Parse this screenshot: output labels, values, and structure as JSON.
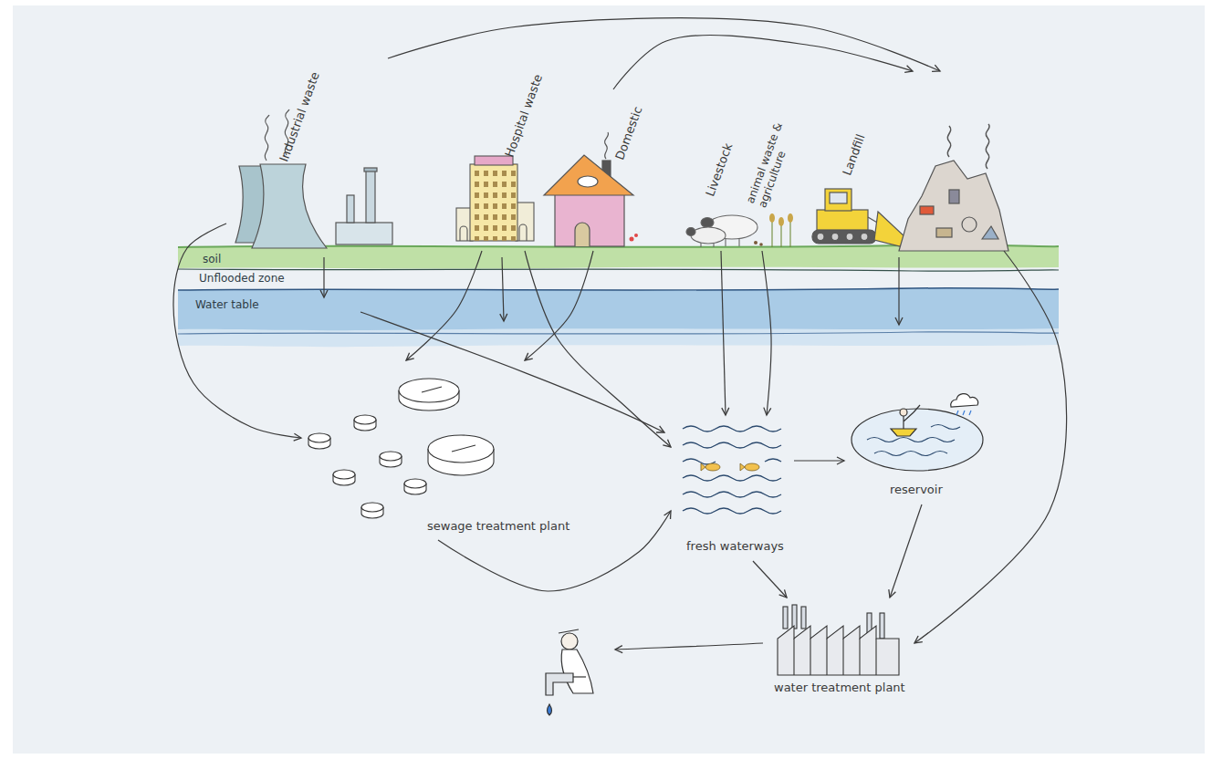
{
  "diagram": {
    "nodes": [
      {
        "text": [
          "Industrial waste"
        ]
      },
      {
        "text": [
          "Hospital waste"
        ]
      },
      {
        "text": [
          "Domestic"
        ]
      },
      {
        "text": [
          "Livestock",
          "animal waste & agriculture"
        ]
      },
      {
        "text": [
          "Landfill"
        ]
      },
      {
        "text": [
          "sewage treatment plant"
        ]
      },
      {
        "text": [
          "fresh waterways"
        ]
      },
      {
        "text": [
          "reservoir"
        ]
      },
      {
        "text": [
          "water treatment plant"
        ]
      }
    ],
    "edges": [
      {
        "from": 0,
        "to": 5,
        "arrow": "to"
      },
      {
        "from": 0,
        "to": 4,
        "arrow": "to"
      },
      {
        "from": 1,
        "to": 5,
        "arrow": "to"
      },
      {
        "from": 1,
        "to": 6,
        "arrow": "to"
      },
      {
        "from": 2,
        "to": 5,
        "arrow": "to"
      },
      {
        "from": 2,
        "to": 4,
        "arrow": "to"
      },
      {
        "from": 3,
        "to": 6,
        "arrow": "to"
      },
      {
        "from": 3,
        "to": 6,
        "arrow": "to"
      },
      {
        "from": 4,
        "to": 8,
        "arrow": "to"
      },
      {
        "from": 5,
        "to": 6,
        "arrow": "to"
      },
      {
        "from": 6,
        "to": 7,
        "arrow": "to"
      },
      {
        "from": 6,
        "to": 8,
        "arrow": "to"
      },
      {
        "from": 7,
        "to": 8,
        "arrow": "to"
      }
    ],
    "labels": [
      "soil",
      "Unflooded zone",
      "Water table"
    ]
  }
}
